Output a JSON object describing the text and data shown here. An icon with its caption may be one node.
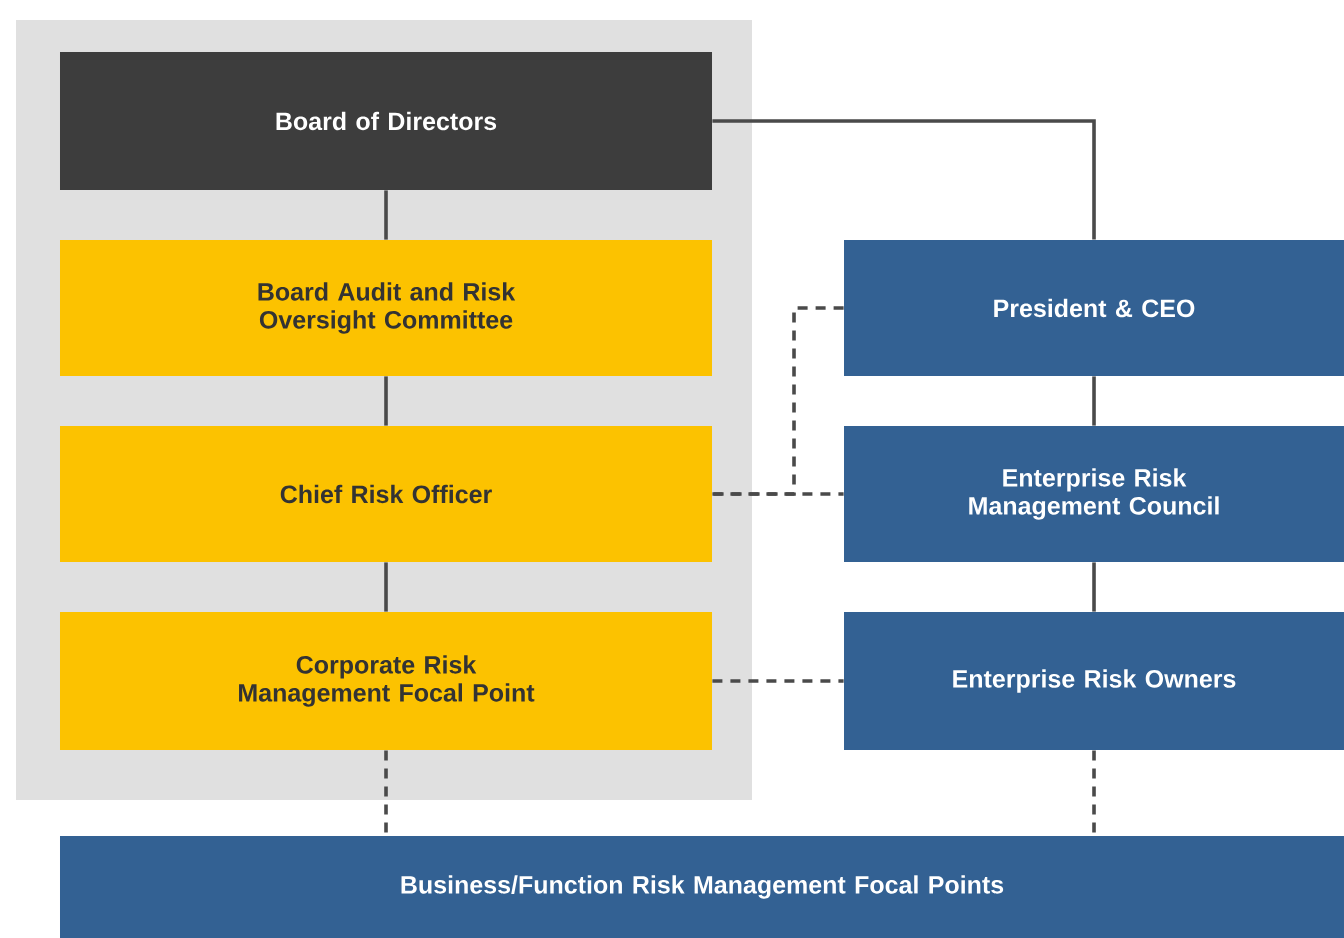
{
  "diagram": {
    "nodes": [
      {
        "text": [
          "Board of Directors"
        ]
      },
      {
        "text": [
          "Board Audit and Risk Oversight Committee"
        ]
      },
      {
        "text": [
          "Chief Risk Officer"
        ]
      },
      {
        "text": [
          "Corporate Risk Management Focal Point"
        ]
      },
      {
        "text": [
          "President & CEO"
        ]
      },
      {
        "text": [
          "Enterprise Risk Management Council"
        ]
      },
      {
        "text": [
          "Enterprise Risk Owners"
        ]
      },
      {
        "text": [
          "Business/Function Risk Management Focal Points"
        ]
      }
    ],
    "edges": [
      {
        "from": 0,
        "to": 1,
        "arrow": "none"
      },
      {
        "from": 1,
        "to": 2,
        "arrow": "none"
      },
      {
        "from": 2,
        "to": 3,
        "arrow": "none"
      },
      {
        "from": 0,
        "to": 4,
        "arrow": "none"
      },
      {
        "from": 4,
        "to": 5,
        "arrow": "none"
      },
      {
        "from": 5,
        "to": 6,
        "arrow": "none"
      },
      {
        "from": 4,
        "to": 2,
        "arrow": "none",
        "style": "dashed"
      },
      {
        "from": 2,
        "to": 5,
        "arrow": "none",
        "style": "dashed"
      },
      {
        "from": 3,
        "to": 6,
        "arrow": "none",
        "style": "dashed"
      },
      {
        "from": 3,
        "to": 7,
        "arrow": "none",
        "style": "dashed"
      },
      {
        "from": 6,
        "to": 7,
        "arrow": "none",
        "style": "dashed"
      }
    ]
  }
}
